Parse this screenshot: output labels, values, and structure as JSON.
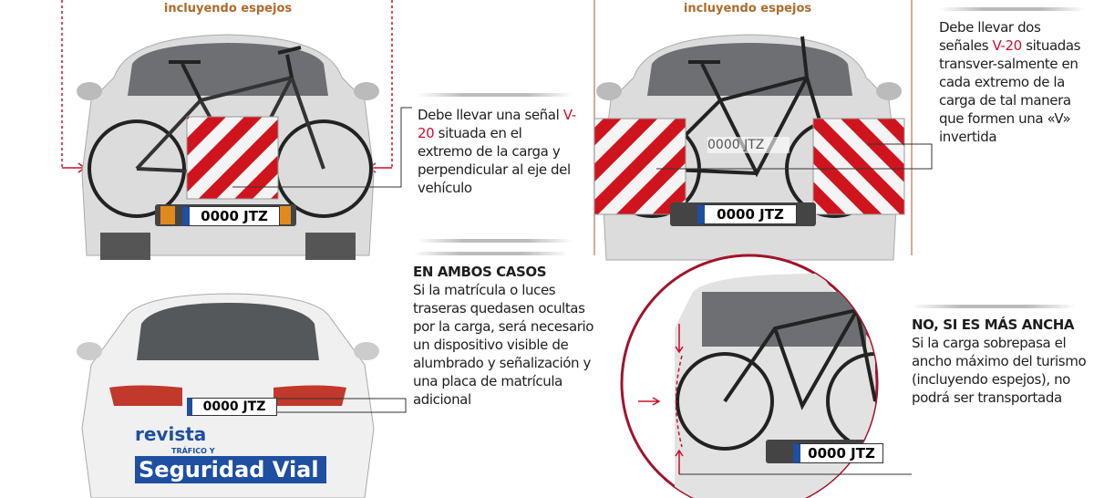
{
  "panel_one_sign": {
    "caption": "incluyendo espejos",
    "text_before": "Debe llevar una señal ",
    "highlight": "V-20",
    "text_after": " situada en el extremo de la carga y perpendicular al eje del vehículo",
    "plate": "0000 JTZ"
  },
  "panel_two_signs": {
    "caption": "incluyendo espejos",
    "text_before": "Debe llevar dos señales ",
    "highlight": "V-20",
    "text_after": " situadas transver-salmente en cada extremo de la carga de tal manera que formen una «V» invertida",
    "plate": "0000 JTZ",
    "plate_hidden": "0000 JTZ"
  },
  "panel_both_cases": {
    "heading": "EN AMBOS CASOS",
    "text": "Si la matrícula o luces traseras quedasen ocultas por la carga, será necesario un dispositivo visible de alumbrado y señalización y una placa de matrícula adicional",
    "plate": "0000 JTZ"
  },
  "panel_too_wide": {
    "heading": "NO, SI ES MÁS ANCHA",
    "text": "Si la carga sobrepasa el ancho máximo del turismo (incluyendo espejos), no podrá ser transportada",
    "plate": "0000 JTZ"
  },
  "logo": {
    "line1": "revista",
    "line2": "TRÁFICO Y",
    "line3": "Seguridad Vial"
  },
  "colors": {
    "accent_red": "#c8102e",
    "caption_orange": "#b06a2a",
    "logo_blue": "#1e4fa0"
  }
}
